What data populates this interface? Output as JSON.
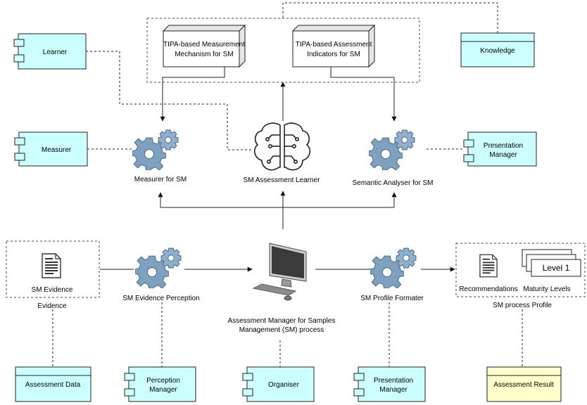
{
  "components": {
    "learner": "Learner",
    "knowledge": "Knowledge",
    "measurer": "Measurer",
    "presentation_manager_top": [
      "Presentation",
      "Manager"
    ],
    "assessment_data": "Assessment Data",
    "perception_manager": [
      "Perception",
      "Manager"
    ],
    "organiser": "Organiser",
    "presentation_manager_bottom": [
      "Presentation",
      "Manager"
    ],
    "assessment_result": "Assessment Result"
  },
  "artifacts": {
    "measurement_mechanism": [
      "TIPA-based Measurement",
      "Mechanism for SM"
    ],
    "assessment_indicators": [
      "TIPA-based Assessment",
      "Indicators for SM"
    ]
  },
  "processes": {
    "measurer_for_sm": "Measurer for SM",
    "sm_assessment_learner": "SM Assessment Learner",
    "semantic_analyser": "Semantic Analyser for SM",
    "sm_evidence_perception": "SM Evidence Perception",
    "assessment_manager": [
      "Assessment Manager for Samples",
      "Management (SM) process"
    ],
    "sm_profile_formater": "SM Profile Formater"
  },
  "evidence": {
    "doc_label": "SM Evidence",
    "group_label": "Evidence"
  },
  "profile": {
    "recommendations": "Recommendations",
    "maturity_levels": "Maturity Levels",
    "level_card": "Level 1",
    "group_label": "SM process Profile"
  },
  "colors": {
    "component_fill": "#ccffff",
    "result_fill": "#ffffcc",
    "gear": "#6b8fb0"
  }
}
